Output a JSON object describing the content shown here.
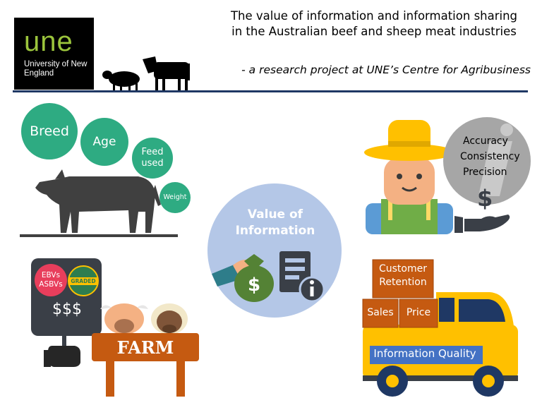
{
  "logo": {
    "mark": "une",
    "subtitle": "University of New England",
    "mark_color": "#9bc43c",
    "sub_color": "#ffffff"
  },
  "header": {
    "title_line1": "The value of information and information sharing",
    "title_line2": "in the Australian beef and sheep meat industries",
    "subtitle": "- a research project at UNE’s Centre for Agribusiness",
    "rule_color": "#1f3864"
  },
  "cattle_attributes": {
    "breed": "Breed",
    "age": "Age",
    "feed": "Feed used",
    "weight": "Weight",
    "bubble_color": "#2eab82"
  },
  "farmer": {
    "accuracy": "Accuracy",
    "consistency": "Consistency",
    "precision": "Precision",
    "dollar": "$",
    "bubble_color": "#a6a6a6"
  },
  "center": {
    "title": "Value of Information",
    "dollar": "$",
    "bubble_color": "#b4c7e7",
    "title_color": "#ffffff"
  },
  "farm_sign": {
    "ebvs": "EBVs",
    "asbvs": "ASBVs",
    "graded": "GRADED",
    "price": "$$$",
    "farm": "FARM",
    "board_color": "#3a3f47",
    "farm_board_color": "#c55a11"
  },
  "truck": {
    "customer_retention": "Customer Retention",
    "sales": "Sales",
    "price": "Price",
    "information_quality": "Information Quality",
    "body_color": "#ffc000",
    "box_color": "#c55a11",
    "strip_color": "#4472c4"
  }
}
